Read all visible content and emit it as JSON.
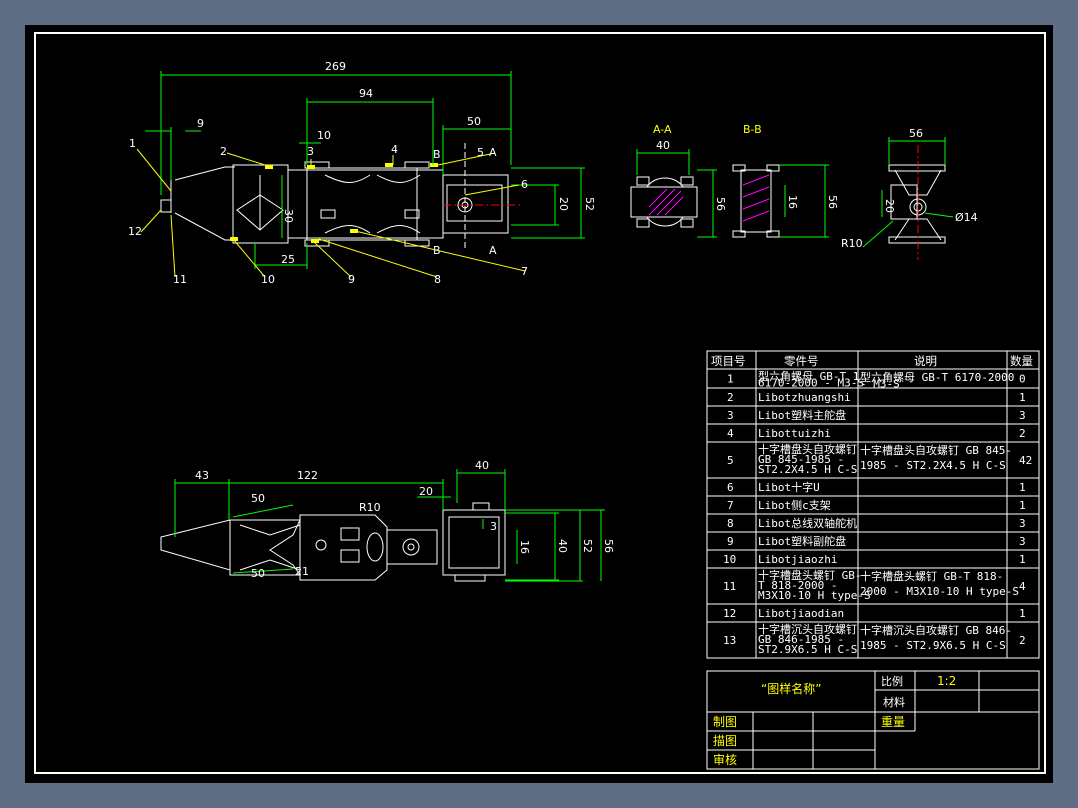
{
  "top_view": {
    "dims": [
      "269",
      "94",
      "9",
      "10",
      "50",
      "30",
      "25",
      "20",
      "52"
    ],
    "balloons": [
      "1",
      "2",
      "3",
      "4",
      "5",
      "6",
      "7",
      "8",
      "9",
      "10",
      "11",
      "12"
    ],
    "section_marks": [
      "A",
      "B",
      "B",
      "A"
    ]
  },
  "section_views": {
    "aa_label": "A-A",
    "bb_label": "B-B",
    "aa_width": "40",
    "aa_height": "56",
    "bb_inner": "16",
    "bb_height": "56",
    "side_width": "56",
    "side_height": "20",
    "radius": "R10",
    "diameter": "Ø14"
  },
  "bottom_view": {
    "dims": [
      "43",
      "122",
      "50",
      "R10",
      "20",
      "40",
      "50",
      "21",
      "3",
      "16",
      "40",
      "52",
      "56"
    ]
  },
  "bom": {
    "headers": [
      "项目号",
      "零件号",
      "说明",
      "数量"
    ],
    "rows": [
      {
        "no": "1",
        "part": [
          "型六角螺母 GB-T 1",
          "6170-2000 - M3-S"
        ],
        "desc": [
          "型六角螺母 GB-T 6170-2000",
          "- M3-S"
        ],
        "qty": "0"
      },
      {
        "no": "2",
        "part": [
          "Libotzhuangshi"
        ],
        "desc": [],
        "qty": "1"
      },
      {
        "no": "3",
        "part": [
          "Libot塑料主舵盘"
        ],
        "desc": [],
        "qty": "3"
      },
      {
        "no": "4",
        "part": [
          "Libottuizhi"
        ],
        "desc": [],
        "qty": "2"
      },
      {
        "no": "5",
        "part": [
          "十字槽盘头自攻螺钉",
          "GB 845-1985 -",
          "ST2.2X4.5 H C-S"
        ],
        "desc": [
          "十字槽盘头自攻螺钉 GB 845-",
          "1985 - ST2.2X4.5 H C-S"
        ],
        "qty": "42"
      },
      {
        "no": "6",
        "part": [
          "Libot十字U"
        ],
        "desc": [],
        "qty": "1"
      },
      {
        "no": "7",
        "part": [
          "Libot侧c支架"
        ],
        "desc": [],
        "qty": "1"
      },
      {
        "no": "8",
        "part": [
          "Libot总线双轴舵机"
        ],
        "desc": [],
        "qty": "3"
      },
      {
        "no": "9",
        "part": [
          "Libot塑料副舵盘"
        ],
        "desc": [],
        "qty": "3"
      },
      {
        "no": "10",
        "part": [
          "Libotjiaozhi"
        ],
        "desc": [],
        "qty": "1"
      },
      {
        "no": "11",
        "part": [
          "十字槽盘头螺钉 GB-",
          "T 818-2000 -",
          "M3X10-10 H type-S"
        ],
        "desc": [
          "十字槽盘头螺钉 GB-T 818-",
          "2000 - M3X10-10 H type-S"
        ],
        "qty": "4"
      },
      {
        "no": "12",
        "part": [
          "Libotjiaodian"
        ],
        "desc": [],
        "qty": "1"
      },
      {
        "no": "13",
        "part": [
          "十字槽沉头自攻螺钉",
          "GB 846-1985 -",
          "ST2.9X6.5 H C-S"
        ],
        "desc": [
          "十字槽沉头自攻螺钉 GB 846-",
          "1985 - ST2.9X6.5 H C-S"
        ],
        "qty": "2"
      }
    ]
  },
  "title_block": {
    "drawing_name": "“图样名称”",
    "scale_label": "比例",
    "scale_value": "1:2",
    "material_label": "材料",
    "weight_label": "重量",
    "made_by_label": "制图",
    "traced_by_label": "描图",
    "checked_by_label": "审核"
  },
  "colors": {
    "background_frame": "#5f6d85",
    "sheet": "#000000",
    "dimension_lines": "#00ff00",
    "leader_lines": "#ffff00",
    "section_hatch": "#ff00ff",
    "outline": "#ffffff",
    "center_lines": "#ff0000"
  }
}
